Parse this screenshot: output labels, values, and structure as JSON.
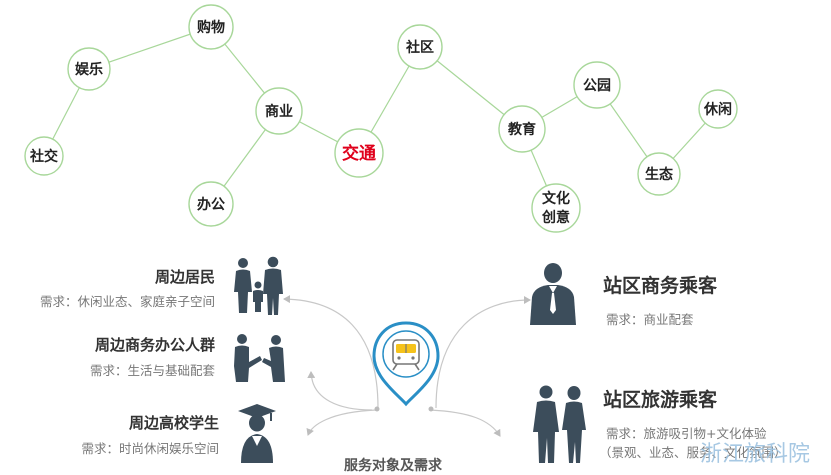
{
  "network": {
    "nodes": [
      {
        "id": "shopping",
        "label": "购物"
      },
      {
        "id": "entertainment",
        "label": "娱乐"
      },
      {
        "id": "social",
        "label": "社交"
      },
      {
        "id": "commerce",
        "label": "商业"
      },
      {
        "id": "office",
        "label": "办公"
      },
      {
        "id": "transport",
        "label": "交通",
        "highlight": true
      },
      {
        "id": "community",
        "label": "社区"
      },
      {
        "id": "education",
        "label": "教育"
      },
      {
        "id": "park",
        "label": "公园"
      },
      {
        "id": "leisure",
        "label": "休闲"
      },
      {
        "id": "ecology",
        "label": "生态"
      },
      {
        "id": "culture_line1",
        "label": "文化"
      },
      {
        "id": "culture_line2",
        "label": "创意"
      }
    ],
    "edges": [
      [
        "social",
        "entertainment"
      ],
      [
        "entertainment",
        "shopping"
      ],
      [
        "shopping",
        "commerce"
      ],
      [
        "commerce",
        "office"
      ],
      [
        "commerce",
        "transport"
      ],
      [
        "transport",
        "community"
      ],
      [
        "community",
        "education"
      ],
      [
        "education",
        "park"
      ],
      [
        "education",
        "culture"
      ],
      [
        "park",
        "ecology"
      ],
      [
        "ecology",
        "leisure"
      ]
    ],
    "colors": {
      "edge": "#a8d79a",
      "highlight": "#e0001b"
    }
  },
  "groups": {
    "residents": {
      "title": "周边居民",
      "need": "需求：休闲业态、家庭亲子空间"
    },
    "office_workers": {
      "title": "周边商务办公人群",
      "need": "需求：生活与基础配套"
    },
    "students": {
      "title": "周边高校学生",
      "need": "需求：时尚休闲娱乐空间"
    },
    "business_passengers": {
      "title": "站区商务乘客",
      "need": "需求：商业配套"
    },
    "tourist_passengers": {
      "title": "站区旅游乘客",
      "need_line1": "需求：旅游吸引物+文化体验",
      "need_line2": "（景观、业态、服务、文化氛围）"
    }
  },
  "center": {
    "label": "服务对象及需求",
    "icon": "train-location-pin-icon",
    "color": "#2a8fc6"
  },
  "watermark": "浙江旅科院",
  "icons": [
    "family-icon",
    "handshake-icon",
    "graduate-icon",
    "businessman-icon",
    "couple-icon"
  ]
}
